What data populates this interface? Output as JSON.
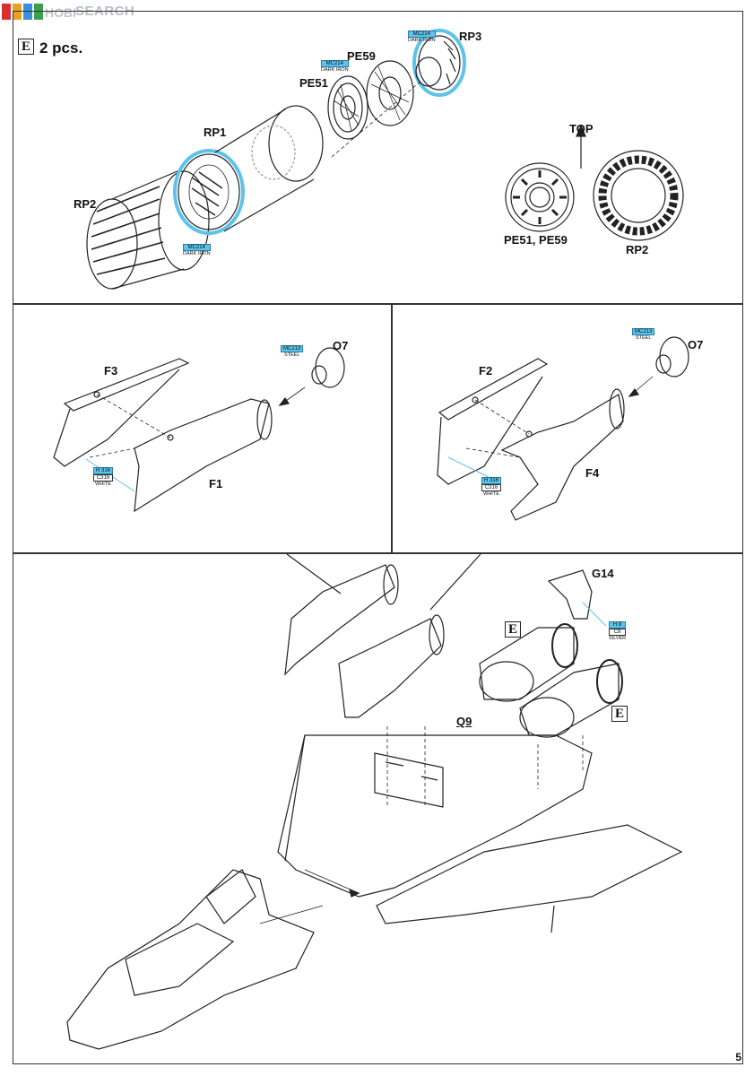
{
  "watermark": {
    "site": "SEARCH",
    "logo_text": "HOBBY"
  },
  "page_number": "5",
  "panel_top": {
    "qty": "2 pcs.",
    "qty_letter": "E",
    "labels": {
      "rp3": "RP3",
      "pe59": "PE59",
      "pe51": "PE51",
      "rp1": "RP1",
      "rp2": "RP2",
      "top": "TOP",
      "pe51_pe59": "PE51, PE59",
      "rp2b": "RP2"
    },
    "paints": [
      {
        "code": "MC214",
        "name": "DARK IRON"
      },
      {
        "code": "MC214",
        "name": "DARK IRON"
      },
      {
        "code": "MC214",
        "name": "DARK IRON"
      }
    ]
  },
  "panel_left": {
    "labels": {
      "f3": "F3",
      "f1": "F1",
      "o7": "O7"
    },
    "paints": [
      {
        "code": "MC213",
        "name": "STEEL"
      },
      {
        "code": "H 316",
        "code2": "C316",
        "name": "WHITE"
      }
    ]
  },
  "panel_right": {
    "labels": {
      "f2": "F2",
      "f4": "F4",
      "o7": "O7"
    },
    "paints": [
      {
        "code": "MC213",
        "name": "STEEL"
      },
      {
        "code": "H 316",
        "code2": "C316",
        "name": "WHITE"
      }
    ]
  },
  "panel_bottom": {
    "labels": {
      "g14": "G14",
      "q9": "Q9"
    },
    "e_markers": [
      "E",
      "E"
    ],
    "paints": [
      {
        "code": "H 8",
        "code2": "C8",
        "name": "SILVER"
      }
    ]
  },
  "colors": {
    "accent_blue": "#5cc3ea",
    "line": "#222222"
  }
}
